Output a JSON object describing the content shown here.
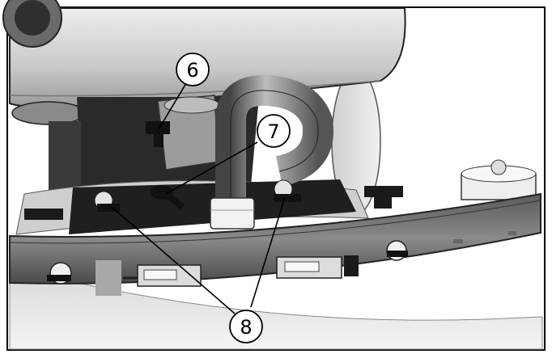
{
  "callouts": {
    "c6": {
      "label": "6"
    },
    "c7": {
      "label": "7"
    },
    "c8": {
      "label": "8"
    }
  },
  "colors": {
    "frame": "#000000",
    "background": "#ffffff",
    "metal_dark": "#3a3a3a",
    "metal_mid": "#7a7a7a",
    "metal_light": "#c8c8c8"
  }
}
